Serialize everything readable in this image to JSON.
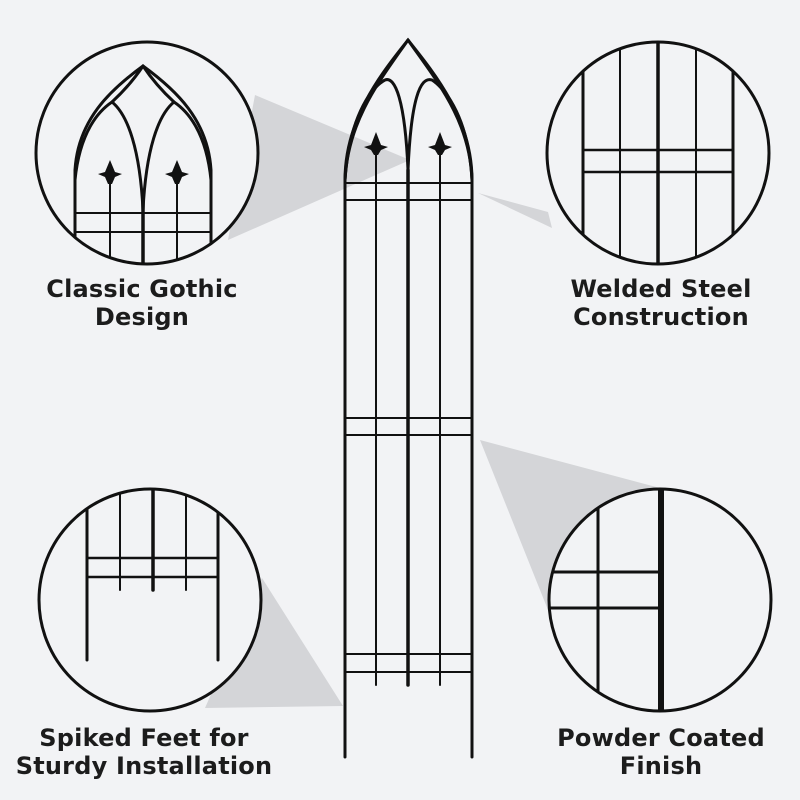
{
  "features": [
    {
      "id": "gothic",
      "lines": [
        "Classic Gothic",
        "Design"
      ]
    },
    {
      "id": "steel",
      "lines": [
        "Welded Steel",
        "Construction"
      ]
    },
    {
      "id": "spiked",
      "lines": [
        "Spiked Feet for",
        "Sturdy Installation"
      ]
    },
    {
      "id": "powder",
      "lines": [
        "Powder Coated",
        "Finish"
      ]
    }
  ],
  "colors": {
    "background": "#f2f3f5",
    "metal": "#111111",
    "callout": "#d2d3d6"
  }
}
